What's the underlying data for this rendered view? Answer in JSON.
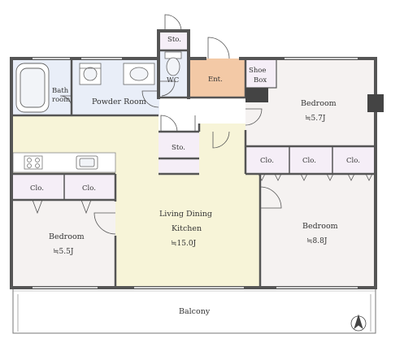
{
  "title": "",
  "colors": {
    "wall": "#555555",
    "ldk_floor": "#f7f4d8",
    "wet_floor": "#e9eef8",
    "entrance_floor": "#f3c9a6",
    "bedroom_floor": "#f5f2f1",
    "closet_floor": "#f5eef7",
    "storage_floor": "#f5eef7",
    "balcony_floor": "#ffffff"
  },
  "rooms": {
    "bath_room": {
      "label_line1": "Bath",
      "label_line2": "room"
    },
    "powder_room": {
      "label": "Powder Room"
    },
    "storage_top": {
      "label": "Sto."
    },
    "wc": {
      "label": "WC"
    },
    "entrance": {
      "label": "Ent."
    },
    "shoe_box": {
      "label_line1": "Shoe",
      "label_line2": "Box"
    },
    "bedroom_ne": {
      "label": "Bedroom",
      "area": "≒5.7J"
    },
    "storage_mid": {
      "label": "Sto."
    },
    "closets_east": [
      "Clo.",
      "Clo.",
      "Clo."
    ],
    "closets_west": [
      "Clo.",
      "Clo."
    ],
    "ldk": {
      "label_line1": "Living Dining",
      "label_line2": "Kitchen",
      "area": "≒15.0J"
    },
    "bedroom_w": {
      "label": "Bedroom",
      "area": "≒5.5J"
    },
    "bedroom_e": {
      "label": "Bedroom",
      "area": "≒8.8J"
    },
    "balcony": {
      "label": "Balcony"
    }
  },
  "icons": [
    "north-arrow-icon",
    "bathtub-icon",
    "washbasin-icon",
    "washing-machine-icon",
    "toilet-icon",
    "stove-icon",
    "kitchen-sink-icon"
  ]
}
